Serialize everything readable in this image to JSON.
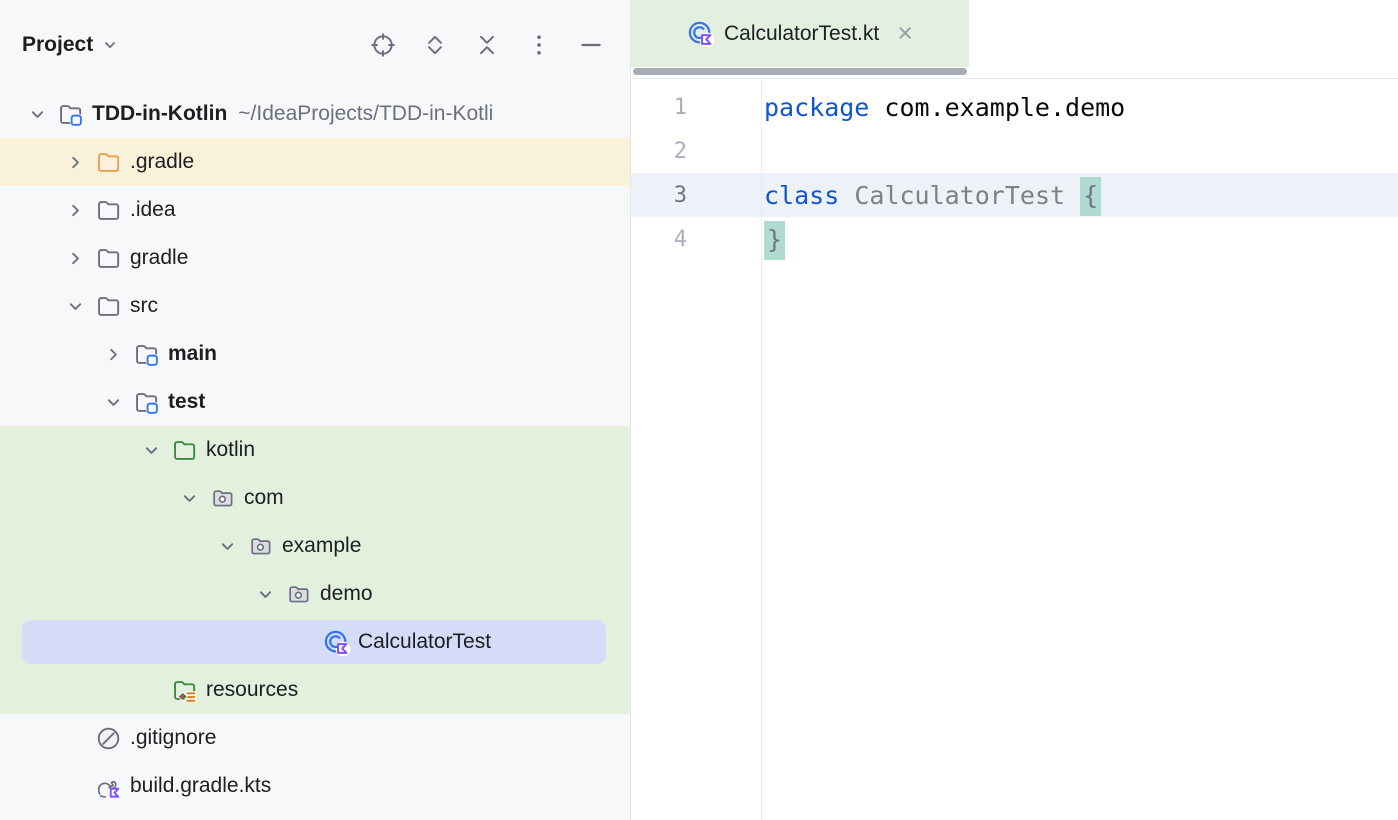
{
  "panel": {
    "title": "Project",
    "toolbar": [
      "locate",
      "expand-all",
      "collapse-all",
      "more-options",
      "hide-panel"
    ],
    "tree": [
      {
        "label": "TDD-in-Kotlin",
        "path": "~/IdeaProjects/TDD-in-Kotli",
        "level": 0,
        "chevron": "down",
        "icon": "project-folder",
        "bold": true
      },
      {
        "label": ".gradle",
        "level": 1,
        "chevron": "right",
        "icon": "folder-orange",
        "bg": "cream"
      },
      {
        "label": ".idea",
        "level": 1,
        "chevron": "right",
        "icon": "folder"
      },
      {
        "label": "gradle",
        "level": 1,
        "chevron": "right",
        "icon": "folder"
      },
      {
        "label": "src",
        "level": 1,
        "chevron": "down",
        "icon": "folder"
      },
      {
        "label": "main",
        "level": 2,
        "chevron": "right",
        "icon": "module-folder",
        "bold": true
      },
      {
        "label": "test",
        "level": 2,
        "chevron": "down",
        "icon": "module-folder",
        "bold": true
      },
      {
        "label": "kotlin",
        "level": 3,
        "chevron": "down",
        "icon": "folder-green",
        "bg": "green"
      },
      {
        "label": "com",
        "level": 4,
        "chevron": "down",
        "icon": "package",
        "bg": "green"
      },
      {
        "label": "example",
        "level": 5,
        "chevron": "down",
        "icon": "package",
        "bg": "green"
      },
      {
        "label": "demo",
        "level": 6,
        "chevron": "down",
        "icon": "package",
        "bg": "green"
      },
      {
        "label": "CalculatorTest",
        "level": 7,
        "chevron": null,
        "icon": "kotlin-test-class",
        "bg": "green",
        "selected": true
      },
      {
        "label": "resources",
        "level": 3,
        "chevron": null,
        "icon": "resources-folder",
        "bg": "green"
      },
      {
        "label": ".gitignore",
        "level": 1,
        "chevron": null,
        "icon": "ignored-file"
      },
      {
        "label": "build.gradle.kts",
        "level": 1,
        "chevron": null,
        "icon": "gradle-kotlin-file"
      }
    ]
  },
  "editor": {
    "tab": {
      "label": "CalculatorTest.kt",
      "icon": "kotlin-test-class",
      "close_icon": "×"
    },
    "code": {
      "lines": [
        {
          "num": "1",
          "tokens": [
            {
              "text": "package",
              "type": "keyword"
            },
            {
              "text": " com.example.demo",
              "type": "plain"
            }
          ]
        },
        {
          "num": "2",
          "tokens": []
        },
        {
          "num": "3",
          "current": true,
          "tokens": [
            {
              "text": "class",
              "type": "keyword"
            },
            {
              "text": " ",
              "type": "plain"
            },
            {
              "text": "CalculatorTest",
              "type": "unused"
            },
            {
              "text": " ",
              "type": "plain"
            },
            {
              "text": "{",
              "type": "brace-highlight"
            }
          ]
        },
        {
          "num": "4",
          "tokens": [
            {
              "text": "}",
              "type": "brace-highlight"
            }
          ]
        }
      ]
    }
  },
  "colors": {
    "accent_blue": "#3574F0",
    "kotlin_purple": "#7F52FF",
    "test_scope_green": "#E2F0DD",
    "unloaded_scope_cream": "#FAF1DB",
    "selection": "#D5DCF8",
    "current_line": "#EDF1F8",
    "brace_match": "#B0DBD3",
    "keyword": "#1155CC"
  }
}
